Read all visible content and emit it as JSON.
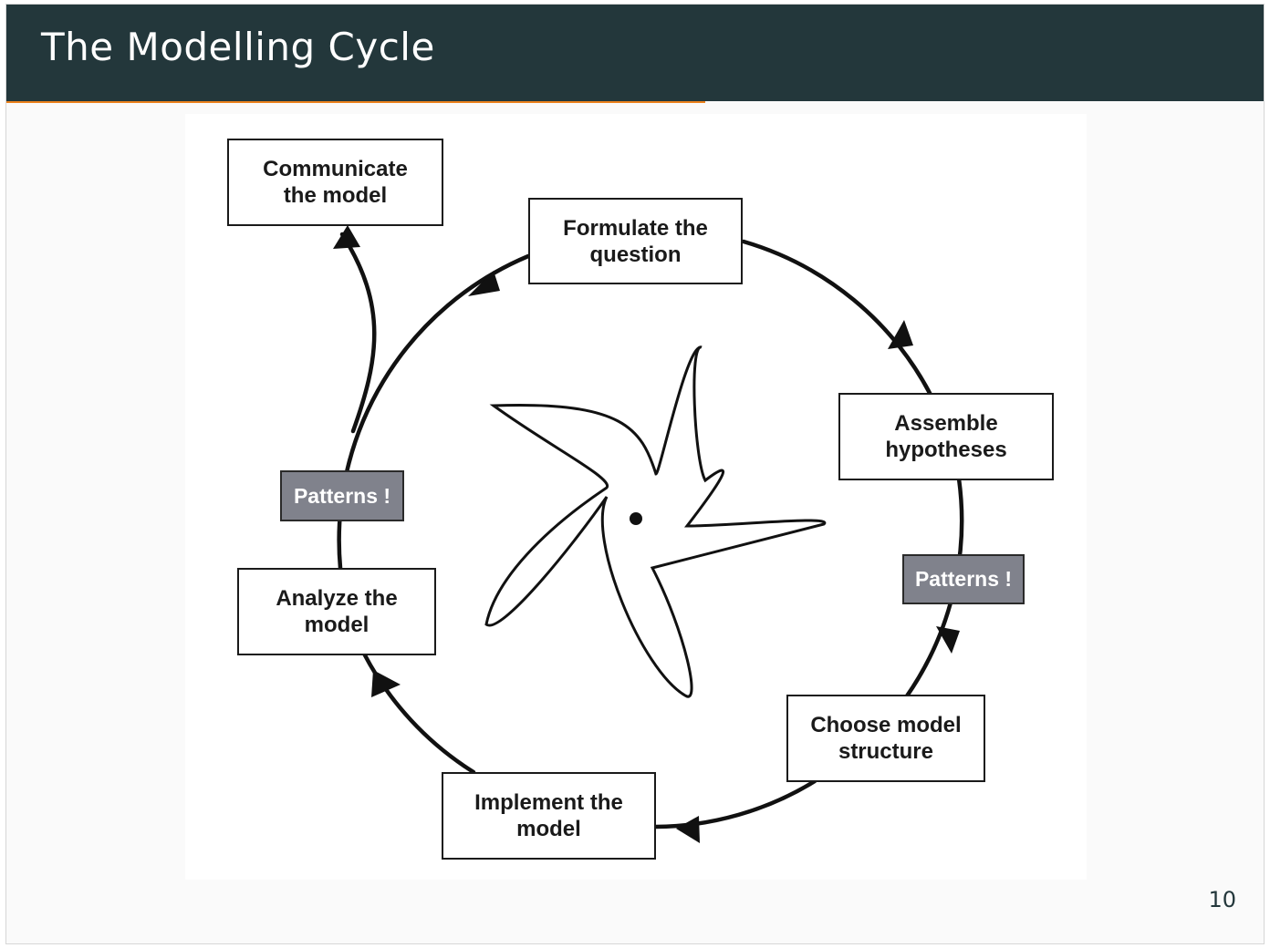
{
  "slide": {
    "title": "The Modelling Cycle",
    "page_number": "10"
  },
  "diagram": {
    "boxes": {
      "communicate": "Communicate\nthe model",
      "formulate": "Formulate the\nquestion",
      "assemble": "Assemble\nhypotheses",
      "choose": "Choose model\nstructure",
      "implement": "Implement the\nmodel",
      "analyze": "Analyze the\nmodel"
    },
    "patterns_left": "Patterns !",
    "patterns_right": "Patterns !"
  },
  "colors": {
    "header_bg": "#23373b",
    "accent": "#eb811b",
    "patterns_bg": "#80828c"
  }
}
